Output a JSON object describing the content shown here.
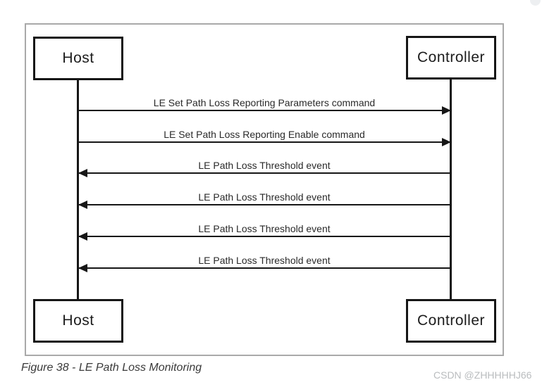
{
  "diagram": {
    "actors": {
      "host_top": "Host",
      "controller_top": "Controller",
      "host_bottom": "Host",
      "controller_bottom": "Controller"
    },
    "messages": [
      {
        "label": "LE Set Path Loss Reporting Parameters command",
        "direction": "right",
        "from": "Host",
        "to": "Controller"
      },
      {
        "label": "LE Set Path Loss Reporting Enable command",
        "direction": "right",
        "from": "Host",
        "to": "Controller"
      },
      {
        "label": "LE Path Loss Threshold event",
        "direction": "left",
        "from": "Controller",
        "to": "Host"
      },
      {
        "label": "LE Path Loss Threshold event",
        "direction": "left",
        "from": "Controller",
        "to": "Host"
      },
      {
        "label": "LE Path Loss Threshold event",
        "direction": "left",
        "from": "Controller",
        "to": "Host"
      },
      {
        "label": "LE Path Loss Threshold event",
        "direction": "left",
        "from": "Controller",
        "to": "Host"
      }
    ]
  },
  "caption": "Figure 38 - LE Path Loss Monitoring",
  "watermark": "CSDN @ZHHHHHJ66",
  "colors": {
    "line": "#161616",
    "frame_border": "#a9a9a9",
    "caption_text": "#3a3a3a",
    "watermark_text": "#b9bcbe",
    "background": "#ffffff"
  }
}
